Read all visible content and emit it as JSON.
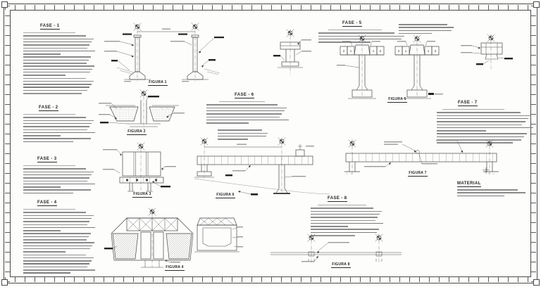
{
  "drawing": {
    "fases": {
      "f1": "FASE - 1",
      "f2": "FASE - 2",
      "f3": "FASE - 3",
      "f4": "FASE - 4",
      "f5": "FASE - 5",
      "f6": "FASE - 6",
      "f7": "FASE - 7",
      "f8": "FASE - 8"
    },
    "figuras": {
      "f1": "FIGURA 1",
      "f2": "FIGURA 2",
      "f3": "FIGURA 3",
      "f4": "FIGURA 4",
      "f5": "FIGURA 5",
      "f6": "FIGURA 6",
      "f7": "FIGURA 7",
      "f8": "FIGURA 8"
    },
    "notes_header": "MATERIAL",
    "segment_numbers": [
      "2",
      "1",
      "1",
      "2"
    ],
    "colors": {
      "line": "#474747",
      "greek_text": "#8a8a8a",
      "ink": "#222222"
    }
  }
}
